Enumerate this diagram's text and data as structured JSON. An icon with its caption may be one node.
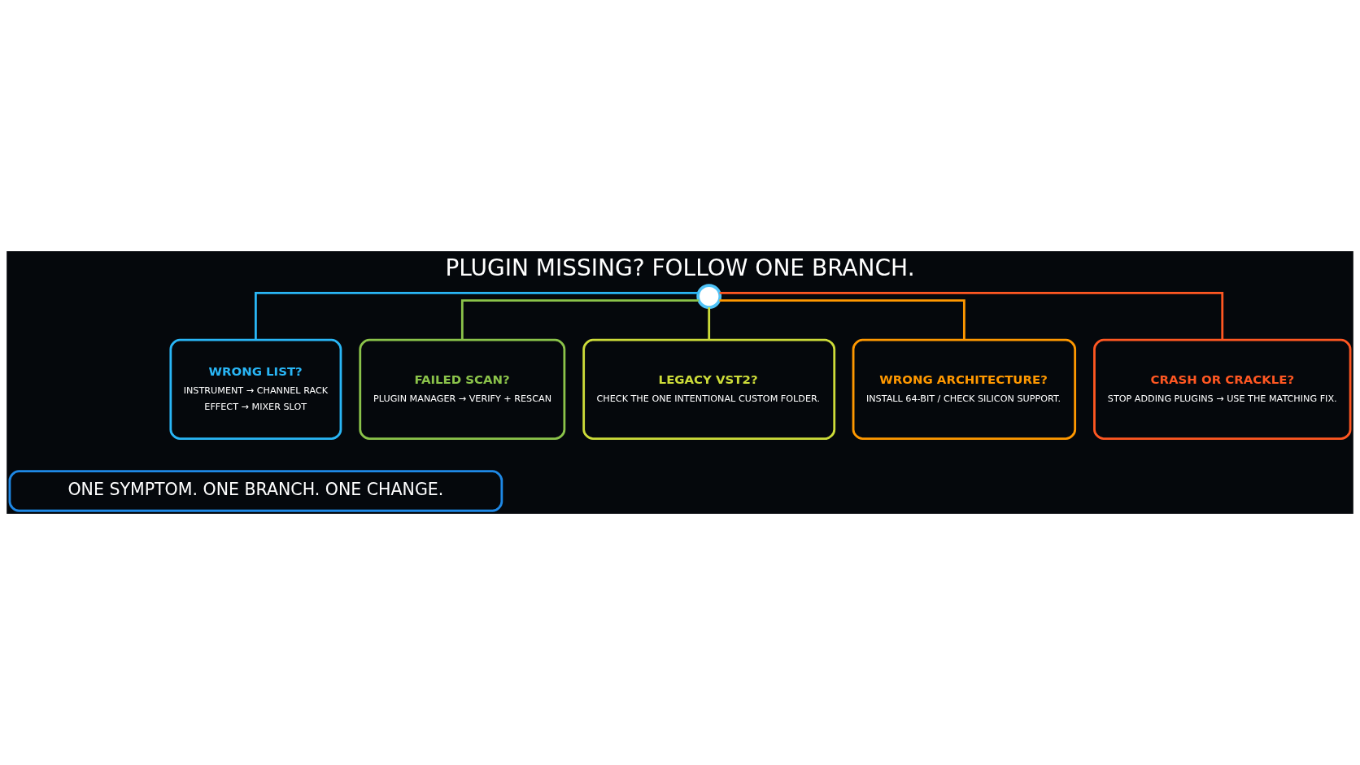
{
  "diagram": {
    "title": "PLUGIN MISSING? FOLLOW ONE BRANCH.",
    "nodes": [
      {
        "text": [],
        "shape": "circle"
      },
      {
        "text": [
          "WRONG LIST?",
          "INSTRUMENT → CHANNEL RACK",
          "EFFECT → MIXER SLOT"
        ]
      },
      {
        "text": [
          "FAILED SCAN?",
          "PLUGIN MANAGER → VERIFY + RESCAN"
        ]
      },
      {
        "text": [
          "LEGACY VST2?",
          "CHECK THE ONE INTENTIONAL CUSTOM FOLDER."
        ]
      },
      {
        "text": [
          "WRONG ARCHITECTURE?",
          "INSTALL 64-BIT / CHECK SILICON SUPPORT."
        ]
      },
      {
        "text": [
          "CRASH OR CRACKLE?",
          "STOP ADDING PLUGINS → USE THE MATCHING FIX."
        ]
      },
      {
        "text": [
          "ONE SYMPTOM. ONE BRANCH. ONE CHANGE."
        ]
      }
    ],
    "edges": [
      {
        "from": 0,
        "to": 1,
        "arrow": "none",
        "color": "#29b6f6"
      },
      {
        "from": 0,
        "to": 2,
        "arrow": "none",
        "color": "#8bc34a"
      },
      {
        "from": 0,
        "to": 3,
        "arrow": "none",
        "color": "#cddc39"
      },
      {
        "from": 0,
        "to": 4,
        "arrow": "none",
        "color": "#ff9800"
      },
      {
        "from": 0,
        "to": 5,
        "arrow": "none",
        "color": "#ff5722"
      }
    ]
  }
}
